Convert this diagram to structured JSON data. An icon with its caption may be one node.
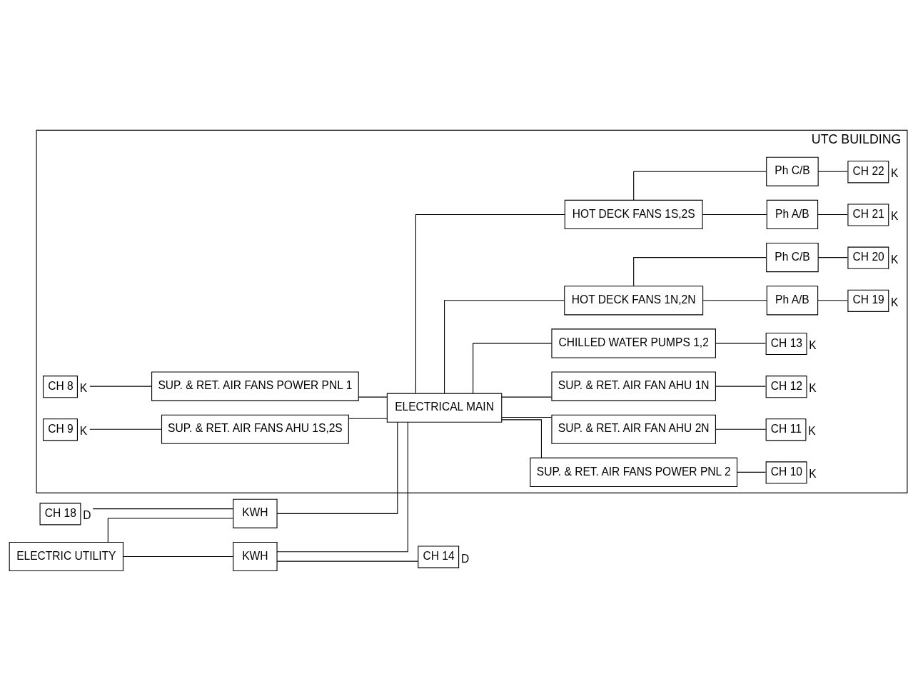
{
  "diagram": {
    "nodes": [
      {
        "text": [
          "UTC BUILDING"
        ]
      },
      {
        "text": [
          "ELECTRIC UTILITY"
        ]
      },
      {
        "text": [
          "CH 18"
        ],
        "beside": [
          "D"
        ]
      },
      {
        "text": [
          "KWH"
        ]
      },
      {
        "text": [
          "KWH"
        ]
      },
      {
        "text": [
          "CH 14"
        ],
        "beside": [
          "D"
        ]
      },
      {
        "text": [
          "CH 8"
        ],
        "beside": [
          "K"
        ],
        "in": 0
      },
      {
        "text": [
          "CH 9"
        ],
        "beside": [
          "K"
        ],
        "in": 0
      },
      {
        "text": [
          "SUP. & RET. AIR FANS POWER PNL 1"
        ],
        "in": 0
      },
      {
        "text": [
          "SUP. & RET. AIR FANS AHU 1S,2S"
        ],
        "in": 0
      },
      {
        "text": [
          "SUP. & RET. AIR FANS POWER PNL 2"
        ],
        "in": 0
      },
      {
        "text": [
          "CH 10"
        ],
        "beside": [
          "K"
        ],
        "in": 0
      },
      {
        "text": [
          "ELECTRICAL MAIN"
        ],
        "in": 0
      },
      {
        "text": [
          "SUP. & RET. AIR FAN AHU 2N"
        ],
        "in": 0
      },
      {
        "text": [
          "CH 11"
        ],
        "beside": [
          "K"
        ],
        "in": 0
      },
      {
        "text": [
          "SUP. & RET. AIR FAN AHU 1N"
        ],
        "in": 0
      },
      {
        "text": [
          "CH 12"
        ],
        "beside": [
          "K"
        ],
        "in": 0
      },
      {
        "text": [
          "CHILLED WATER PUMPS 1,2"
        ],
        "in": 0
      },
      {
        "text": [
          "CH 13"
        ],
        "beside": [
          "K"
        ],
        "in": 0
      },
      {
        "text": [
          "HOT DECK FANS 1N,2N"
        ],
        "in": 0
      },
      {
        "text": [
          "HOT DECK FANS 1S,2S"
        ],
        "in": 0
      },
      {
        "text": [
          "Ph A/B"
        ],
        "in": 0
      },
      {
        "text": [
          "Ph C/B"
        ],
        "in": 0
      },
      {
        "text": [
          "Ph A/B"
        ],
        "in": 0
      },
      {
        "text": [
          "Ph C/B"
        ],
        "in": 0
      },
      {
        "text": [
          "CH 19"
        ],
        "beside": [
          "K"
        ],
        "in": 0
      },
      {
        "text": [
          "CH 20"
        ],
        "beside": [
          "K"
        ],
        "in": 0
      },
      {
        "text": [
          "CH 21"
        ],
        "beside": [
          "K"
        ],
        "in": 0
      },
      {
        "text": [
          "CH 22"
        ],
        "beside": [
          "K"
        ],
        "in": 0
      }
    ],
    "edges": [
      {
        "from": 1,
        "to": 3,
        "arrow": "none"
      },
      {
        "from": 1,
        "to": 4,
        "arrow": "none"
      },
      {
        "from": 2,
        "to": 3,
        "arrow": "none"
      },
      {
        "from": 4,
        "to": 5,
        "arrow": "none"
      },
      {
        "from": 3,
        "to": 12,
        "arrow": "none"
      },
      {
        "from": 4,
        "to": 12,
        "arrow": "none"
      },
      {
        "from": 6,
        "to": 8,
        "arrow": "none"
      },
      {
        "from": 7,
        "to": 9,
        "arrow": "none"
      },
      {
        "from": 8,
        "to": 12,
        "arrow": "none"
      },
      {
        "from": 9,
        "to": 12,
        "arrow": "none"
      },
      {
        "from": 12,
        "to": 10,
        "arrow": "none"
      },
      {
        "from": 10,
        "to": 11,
        "arrow": "none"
      },
      {
        "from": 12,
        "to": 13,
        "arrow": "none"
      },
      {
        "from": 13,
        "to": 14,
        "arrow": "none"
      },
      {
        "from": 12,
        "to": 15,
        "arrow": "none"
      },
      {
        "from": 15,
        "to": 16,
        "arrow": "none"
      },
      {
        "from": 12,
        "to": 17,
        "arrow": "none"
      },
      {
        "from": 17,
        "to": 18,
        "arrow": "none"
      },
      {
        "from": 12,
        "to": 19,
        "arrow": "none"
      },
      {
        "from": 12,
        "to": 20,
        "arrow": "none"
      },
      {
        "from": 19,
        "to": 21,
        "arrow": "none"
      },
      {
        "from": 19,
        "to": 22,
        "arrow": "none"
      },
      {
        "from": 20,
        "to": 23,
        "arrow": "none"
      },
      {
        "from": 20,
        "to": 24,
        "arrow": "none"
      },
      {
        "from": 21,
        "to": 25,
        "arrow": "none"
      },
      {
        "from": 22,
        "to": 26,
        "arrow": "none"
      },
      {
        "from": 23,
        "to": 27,
        "arrow": "none"
      },
      {
        "from": 24,
        "to": 28,
        "arrow": "none"
      }
    ]
  }
}
